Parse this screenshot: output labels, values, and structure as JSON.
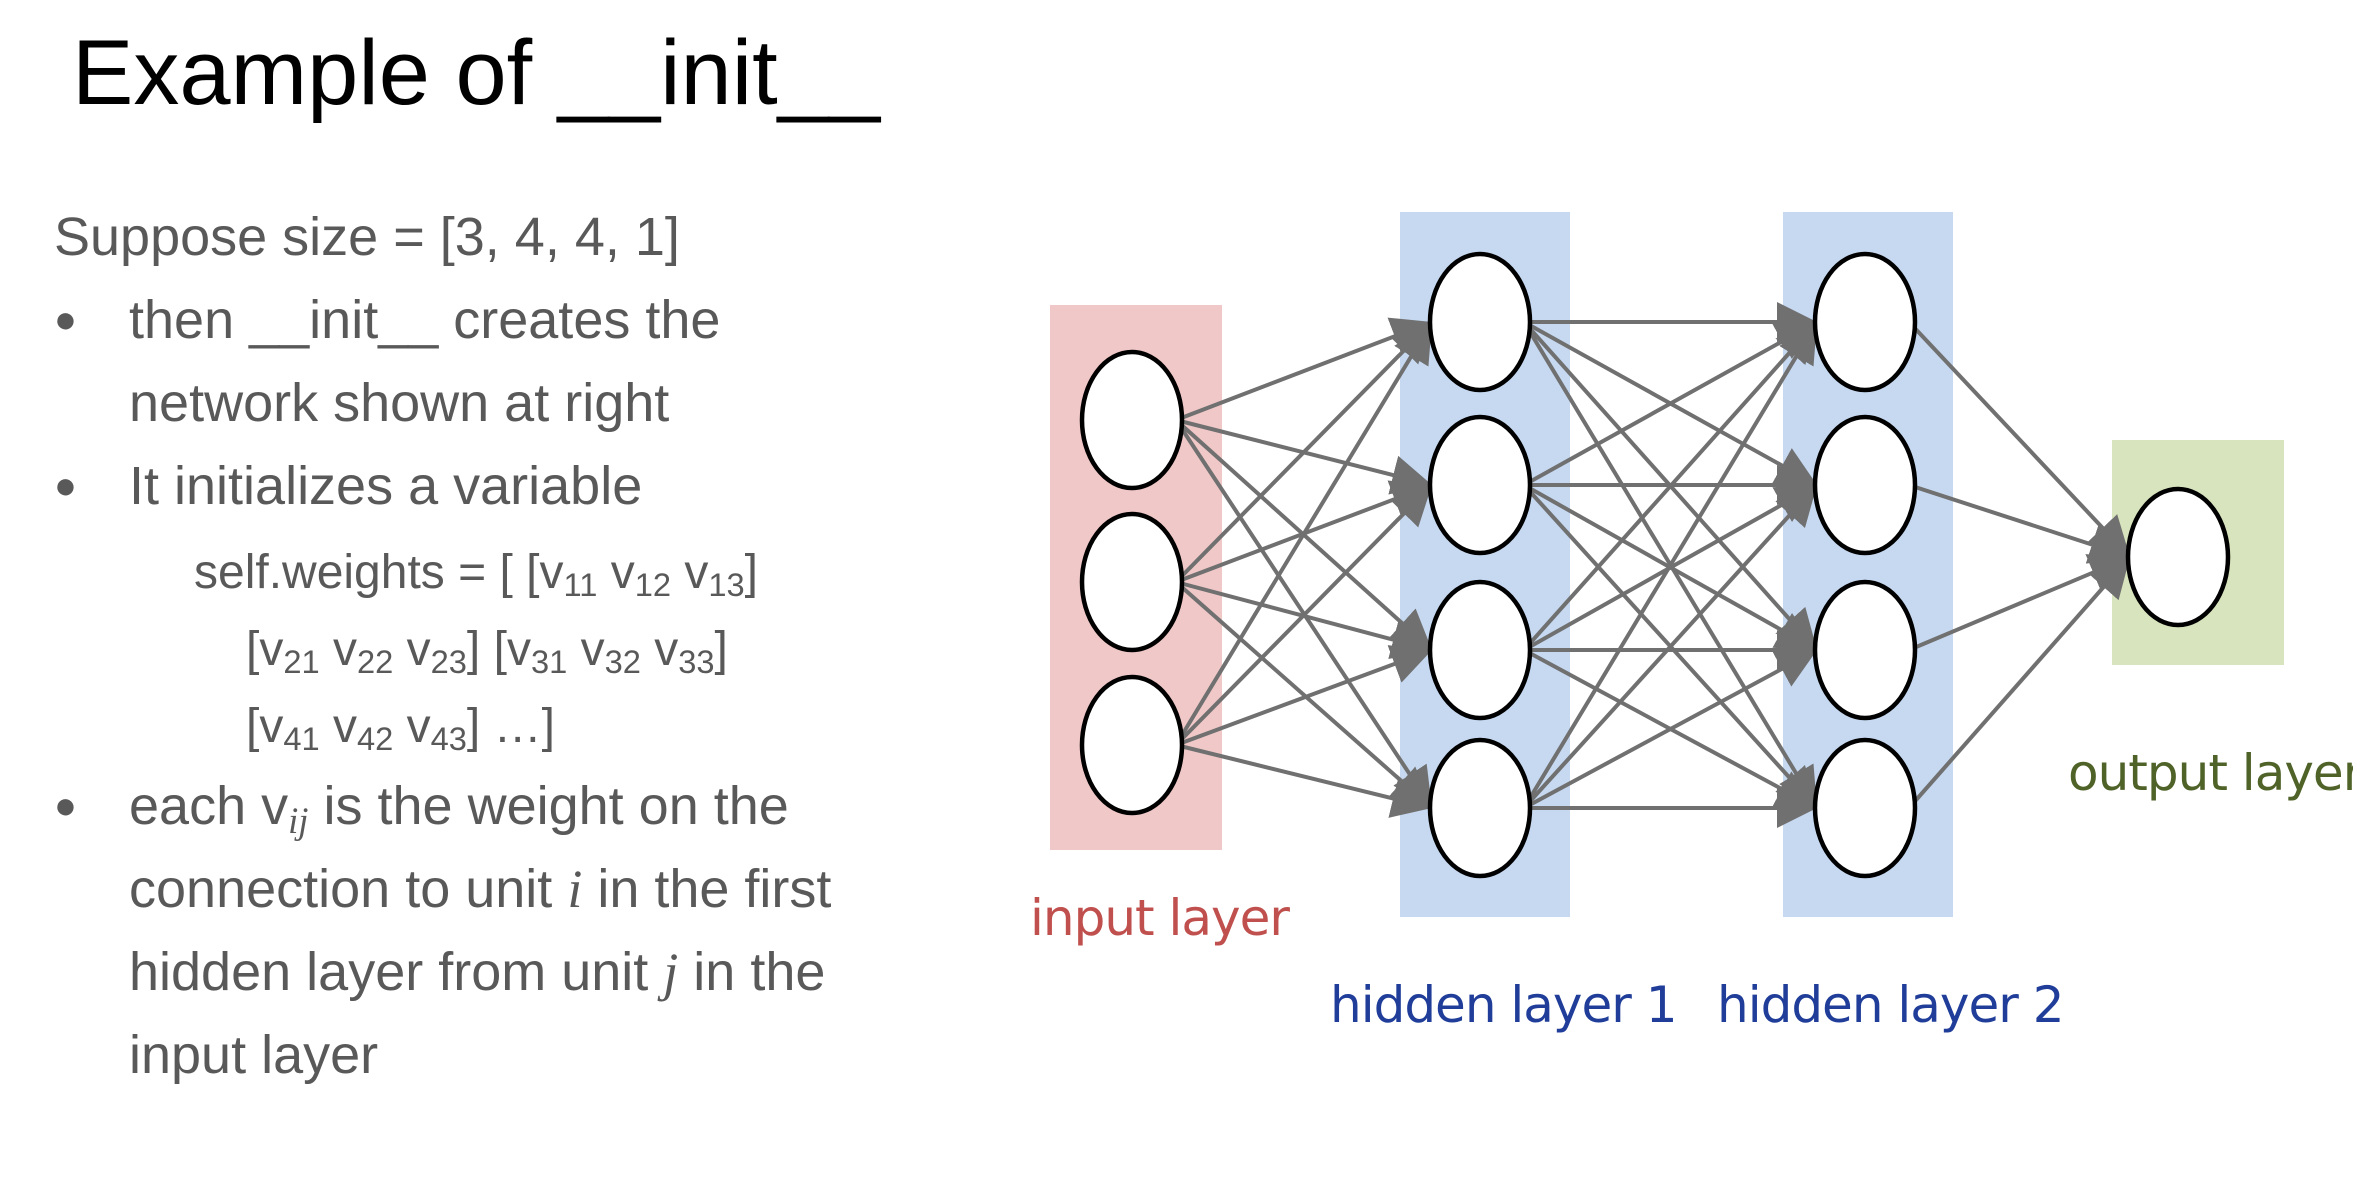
{
  "slide": {
    "title": "Example of __init__",
    "intro": "Suppose size = [3, 4, 4, 1]",
    "bullets": {
      "b1_line1": "then __init__ creates the",
      "b1_line2": "network shown at right",
      "b2_line1": "It initializes a variable",
      "b3_prefix": "each v",
      "b3_sub": "ij",
      "b3_suffix": " is the weight on the",
      "b3_line2_prefix": "connection to unit ",
      "b3_line2_var": "i",
      "b3_line2_suffix": " in the first",
      "b3_line3_prefix": "hidden layer from unit ",
      "b3_line3_var": "j",
      "b3_line3_suffix": " in the",
      "b3_line4": "input layer"
    },
    "bullet_glyph": "●",
    "weights": {
      "lead": "self.weights = [ [",
      "v": "v",
      "close": "]",
      "open": "[",
      "space": " ",
      "ellipsis": " …]",
      "row1": [
        "11",
        "12",
        "13"
      ],
      "row2a": [
        "21",
        "22",
        "23"
      ],
      "row2b": [
        "31",
        "32",
        "33"
      ],
      "row3": [
        "41",
        "42",
        "43"
      ]
    }
  },
  "diagram": {
    "layers": [
      {
        "label": "input layer",
        "units": 3,
        "color": "#f0c8c8",
        "label_color": "#c0504d"
      },
      {
        "label": "hidden layer 1",
        "units": 4,
        "color": "#c6d9f1",
        "label_color": "#1f3d99"
      },
      {
        "label": "hidden layer 2",
        "units": 4,
        "color": "#c6d9f1",
        "label_color": "#1f3d99"
      },
      {
        "label": "output layer",
        "units": 1,
        "color": "#d7e4bd",
        "label_color": "#4f6228"
      }
    ],
    "edge_color": "#707070",
    "node_stroke": "#000000",
    "node_fill": "#ffffff"
  }
}
